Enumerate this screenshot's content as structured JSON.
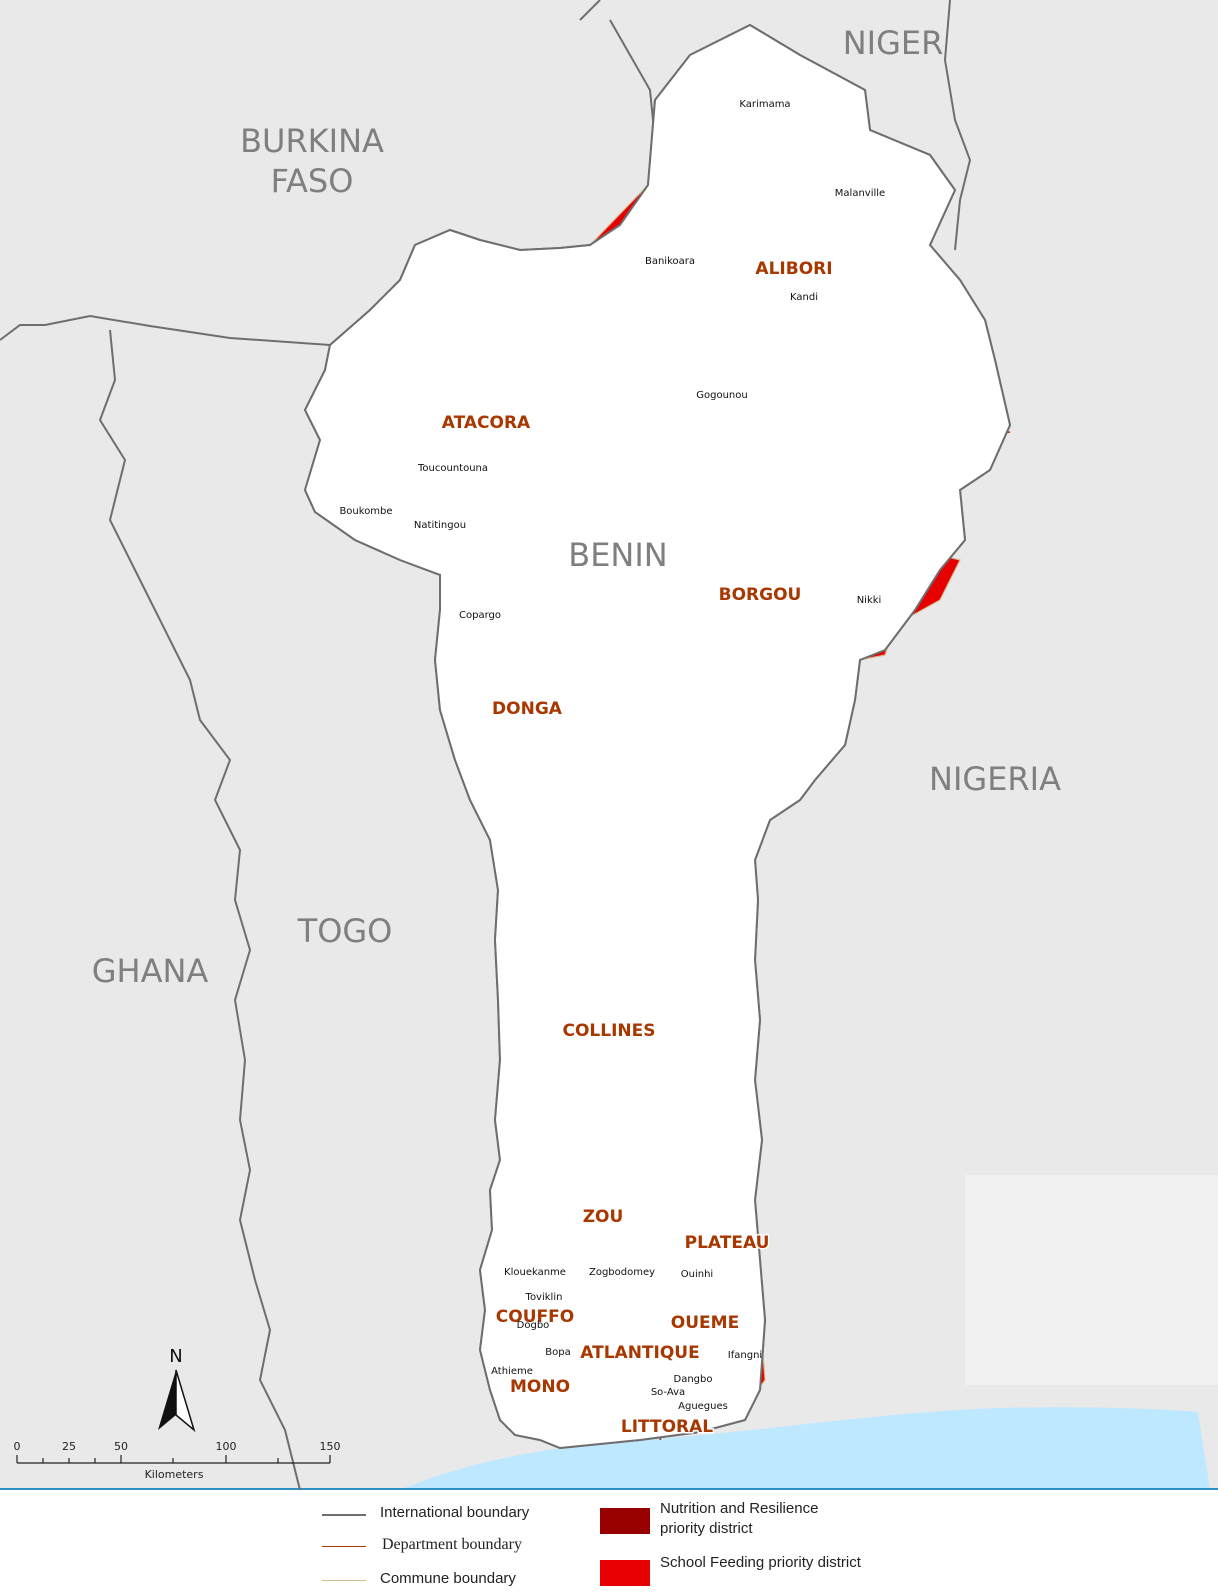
{
  "countries": {
    "niger": "NIGER",
    "burkina_line1": "BURKINA",
    "burkina_line2": "FASO",
    "nigeria": "NIGERIA",
    "togo": "TOGO",
    "ghana": "GHANA",
    "benin": "BENIN"
  },
  "departments": {
    "alibori": "ALIBORI",
    "atacora": "ATACORA",
    "borgou": "BORGOU",
    "donga": "DONGA",
    "collines": "COLLINES",
    "zou": "ZOU",
    "plateau": "PLATEAU",
    "couffo": "COUFFO",
    "oueme": "OUEME",
    "atlantique": "ATLANTIQUE",
    "mono": "MONO",
    "littoral": "LITTORAL"
  },
  "communes": {
    "karimama": "Karimama",
    "malanville": "Malanville",
    "banikoara": "Banikoara",
    "kandi": "Kandi",
    "gogounou": "Gogounou",
    "toucountouna": "Toucountouna",
    "boukombe": "Boukombe",
    "natitingou": "Natitingou",
    "copargo": "Copargo",
    "nikki": "Nikki",
    "klouekanme": "Klouekanme",
    "zogbodomey": "Zogbodomey",
    "ouinhi": "Ouinhi",
    "toviklin": "Toviklin",
    "dogbo": "Dogbo",
    "bopa": "Bopa",
    "athieme": "Athieme",
    "ifangni": "Ifangni",
    "dangbo": "Dangbo",
    "so_ava": "So-Ava",
    "aguegues": "Aguegues"
  },
  "scale_bar": {
    "ticks": [
      "0",
      "25",
      "50",
      "100",
      "150"
    ],
    "unit": "Kilometers"
  },
  "north_arrow": {
    "label": "N",
    "icon": "north-arrow-icon"
  },
  "legend": {
    "international": "International boundary",
    "department": "Department boundary",
    "commune": "Commune boundary",
    "nutrition_line1": "Nutrition and Resilience",
    "nutrition_line2": "priority district",
    "school": "School Feeding priority district"
  },
  "colors": {
    "background": "#e9e9e9",
    "benin_fill": "#ffffff",
    "nutrition": "#990000",
    "school_feeding": "#e60000",
    "international": "#6e6e6e",
    "department": "#a83800",
    "commune": "#d7b98e",
    "water": "#bee8ff",
    "country_label": "#7f7f7f",
    "department_label": "#a83800"
  }
}
